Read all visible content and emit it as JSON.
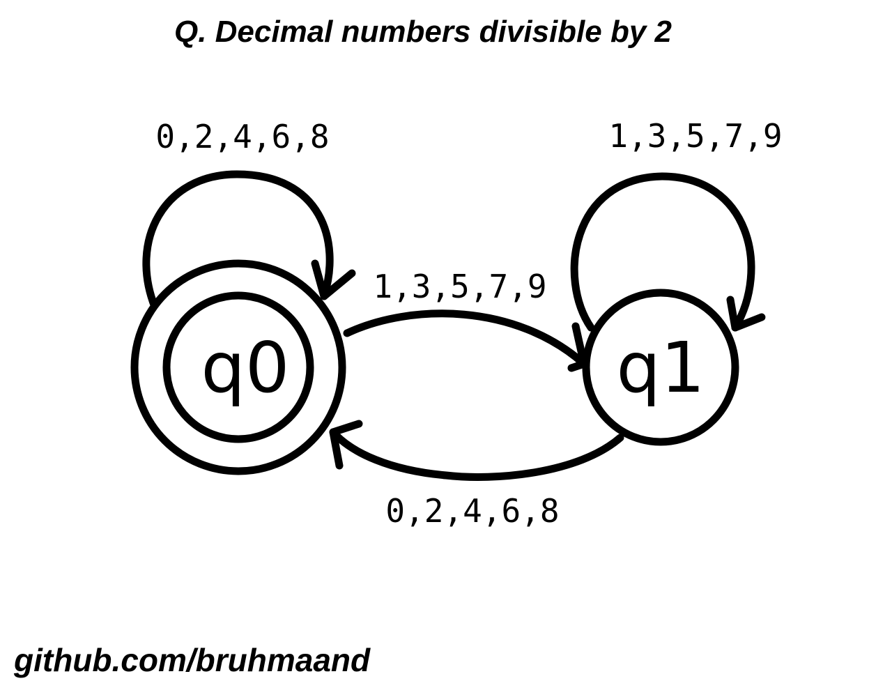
{
  "title": "Q. Decimal numbers divisible by 2",
  "footer": "github.com/bruhmaand",
  "states": [
    {
      "id": "q0",
      "label": "q0",
      "accepting": true
    },
    {
      "id": "q1",
      "label": "q1",
      "accepting": false
    }
  ],
  "transitions": [
    {
      "from": "q0",
      "to": "q0",
      "label": "0,2,4,6,8"
    },
    {
      "from": "q1",
      "to": "q1",
      "label": "1,3,5,7,9"
    },
    {
      "from": "q0",
      "to": "q1",
      "label": "1,3,5,7,9"
    },
    {
      "from": "q1",
      "to": "q0",
      "label": "0,2,4,6,8"
    }
  ]
}
